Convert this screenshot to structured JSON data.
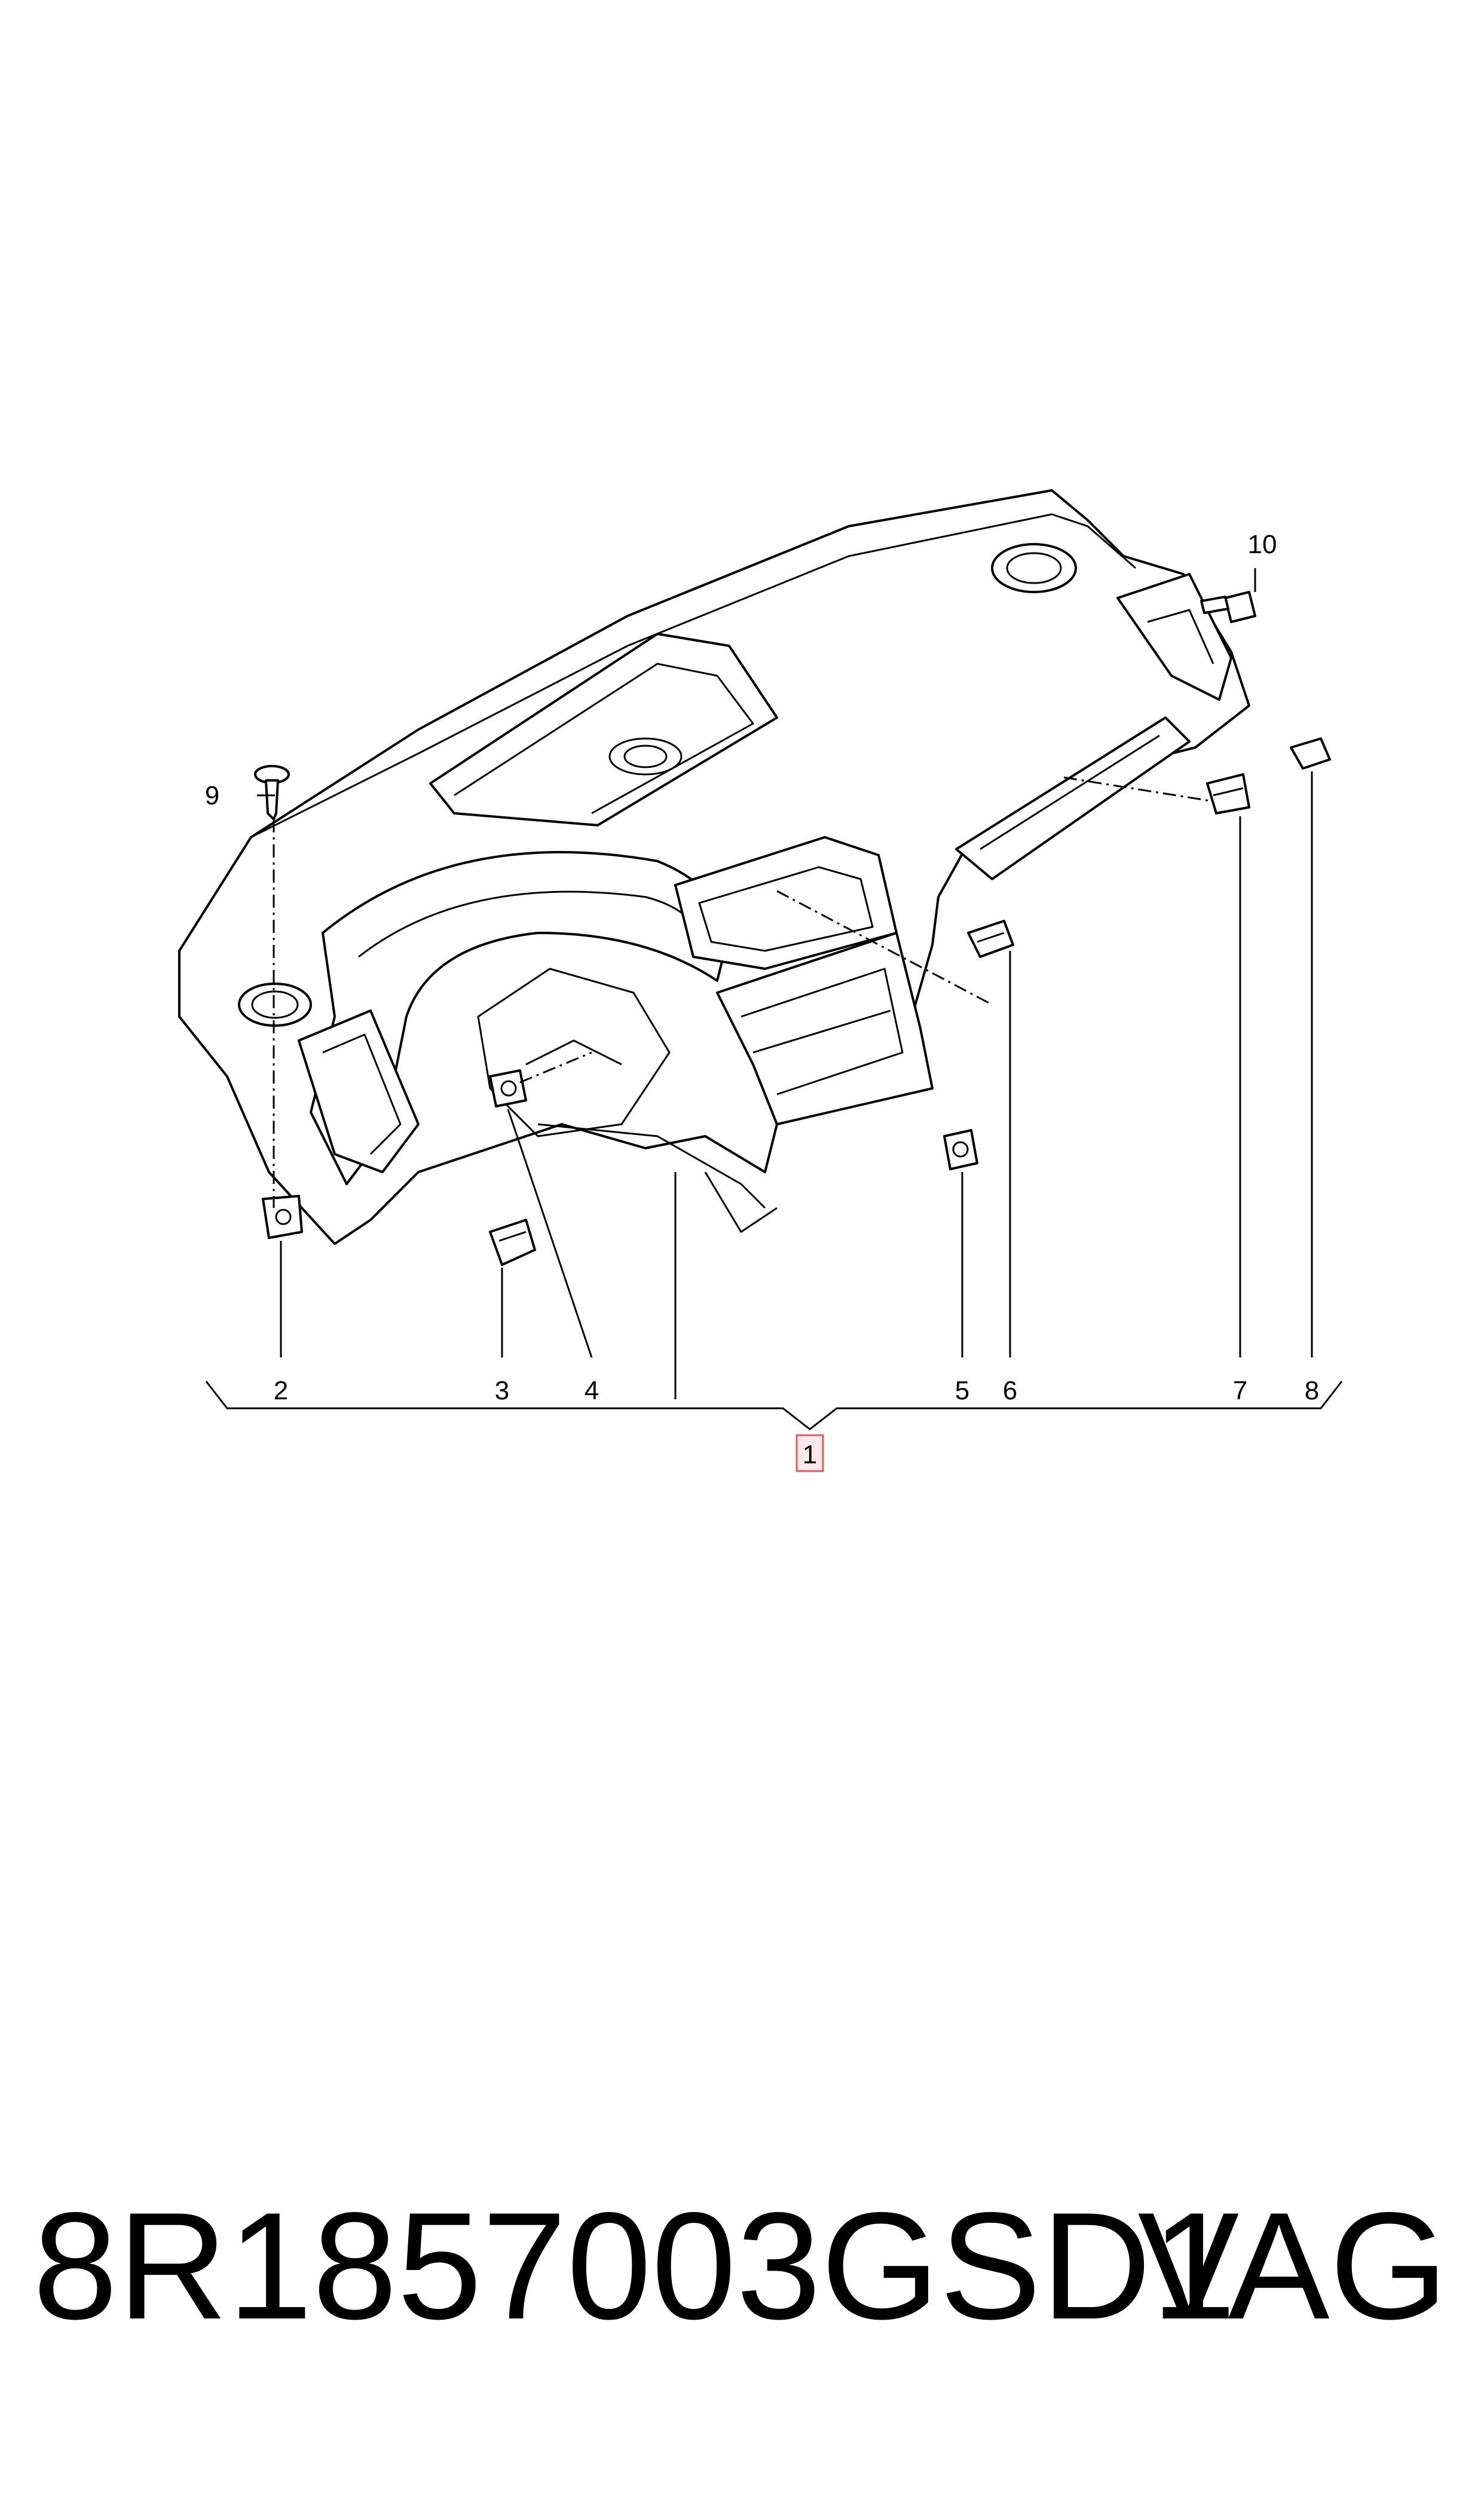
{
  "diagram": {
    "callouts": [
      {
        "id": "1",
        "label": "1",
        "highlighted": true
      },
      {
        "id": "2",
        "label": "2"
      },
      {
        "id": "3",
        "label": "3"
      },
      {
        "id": "4",
        "label": "4"
      },
      {
        "id": "5",
        "label": "5"
      },
      {
        "id": "6",
        "label": "6"
      },
      {
        "id": "7",
        "label": "7"
      },
      {
        "id": "8",
        "label": "8"
      },
      {
        "id": "9",
        "label": "9"
      },
      {
        "id": "10",
        "label": "10"
      }
    ],
    "highlight_color": "#e05a6a",
    "line_color": "#000000"
  },
  "footer": {
    "part_number": "8R1857003GSD1",
    "brand": "VAG"
  }
}
